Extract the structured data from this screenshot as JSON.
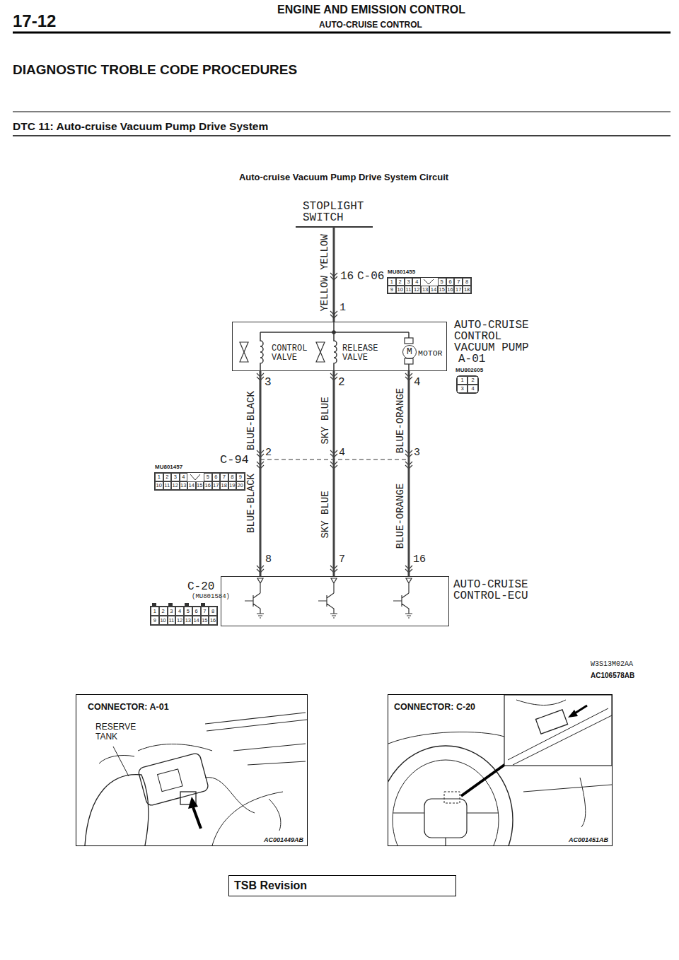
{
  "diagram": {
    "title": "Auto-cruise Vacuum Pump Drive System Circuit",
    "nodes": [
      {
        "text": [
          "MU801455",
          "1",
          "2",
          "3",
          "4",
          "5",
          "6",
          "7",
          "8",
          "9",
          "10",
          "11",
          "12",
          "13",
          "14",
          "15",
          "16",
          "17",
          "18"
        ]
      },
      {
        "text": [
          "AUTO-CRUISE CONTROL VACUUM PUMP",
          "CONTROL VALVE",
          "RELEASE VALVE",
          "MOTOR"
        ]
      },
      {
        "text": [
          "M"
        ],
        "in": 1
      },
      {
        "text": [
          "MU802605",
          "1",
          "2",
          "3",
          "4"
        ]
      },
      {
        "text": [
          "MU801457",
          "1",
          "2",
          "3",
          "4",
          "5",
          "6",
          "7",
          "8",
          "9",
          "10",
          "11",
          "12",
          "13",
          "14",
          "15",
          "16",
          "17",
          "18",
          "19",
          "20"
        ]
      },
      {
        "text": [
          "(MU801584)",
          "1",
          "2",
          "3",
          "4",
          "5",
          "6",
          "7",
          "8",
          "9",
          "10",
          "11",
          "12",
          "13",
          "14",
          "15",
          "16"
        ]
      },
      {
        "text": [
          "AUTO-CRUISE CONTROL-ECU"
        ]
      },
      {
        "text": [
          "CONNECTOR: A-01",
          "RESERVE TANK",
          "AC001449AB"
        ]
      },
      {
        "text": [
          "CONNECTOR: C-20",
          "AC001451AB"
        ]
      },
      {
        "text": [
          "TSB Revision"
        ]
      }
    ],
    "edges": [
      {
        "from": 1,
        "to": 6,
        "arrow": "none"
      },
      {
        "from": 1,
        "to": 6,
        "arrow": "none"
      },
      {
        "from": 1,
        "to": 6,
        "arrow": "none"
      }
    ],
    "labels": [
      "17-12",
      "ENGINE AND EMISSION CONTROL",
      "AUTO-CRUISE CONTROL",
      "DIAGNOSTIC TROBLE CODE PROCEDURES",
      "DTC 11: Auto-cruise Vacuum Pump Drive System",
      "STOPLIGHT SWITCH",
      "YELLOW YELLOW",
      "16",
      "C-06",
      "1",
      "A-01",
      "3",
      "2",
      "4",
      "BLUE-BLACK",
      "SKY BLUE",
      "BLUE-ORANGE",
      "C-94",
      "2",
      "4",
      "3",
      "BLUE-BLACK",
      "SKY BLUE",
      "BLUE-ORANGE",
      "8",
      "7",
      "16",
      "C-20",
      "W3S13M02AA",
      "AC106578AB"
    ]
  }
}
